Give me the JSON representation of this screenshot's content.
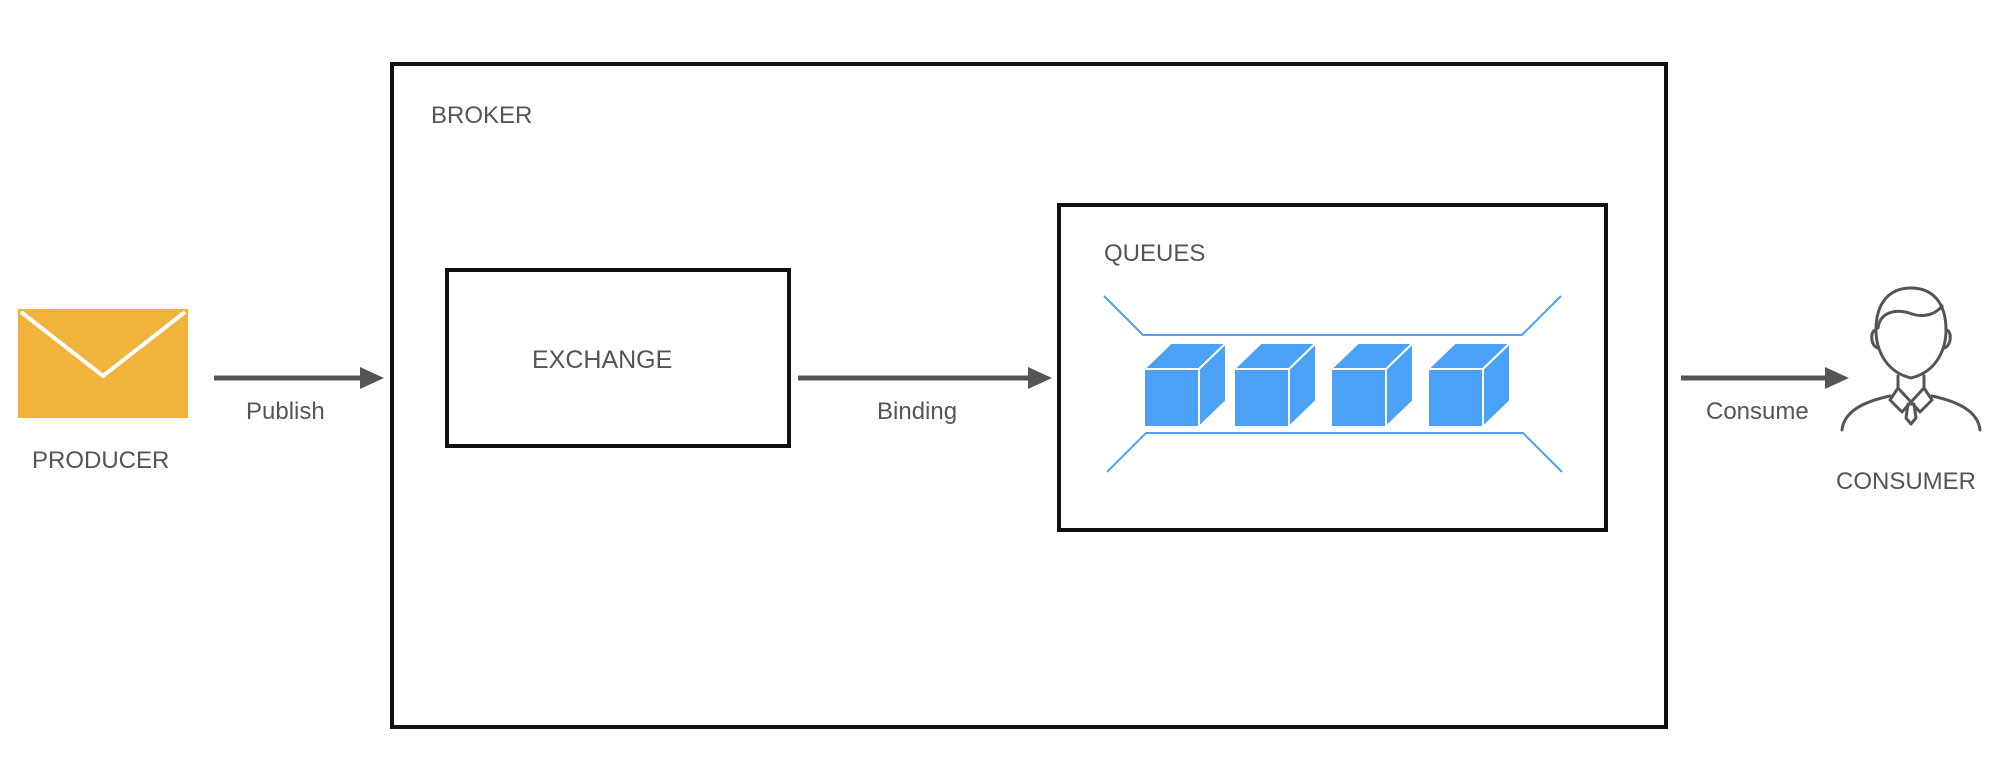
{
  "producer": {
    "label": "PRODUCER",
    "icon": "envelope-icon",
    "color": "#F2B33D"
  },
  "consumer": {
    "label": "CONSUMER",
    "icon": "person-icon"
  },
  "broker": {
    "label": "BROKER"
  },
  "exchange": {
    "label": "EXCHANGE"
  },
  "queues": {
    "label": "QUEUES",
    "cube_color": "#4BA1F5",
    "line_color": "#4BA1F5"
  },
  "edges": {
    "publish": "Publish",
    "binding": "Binding",
    "consume": "Consume"
  }
}
